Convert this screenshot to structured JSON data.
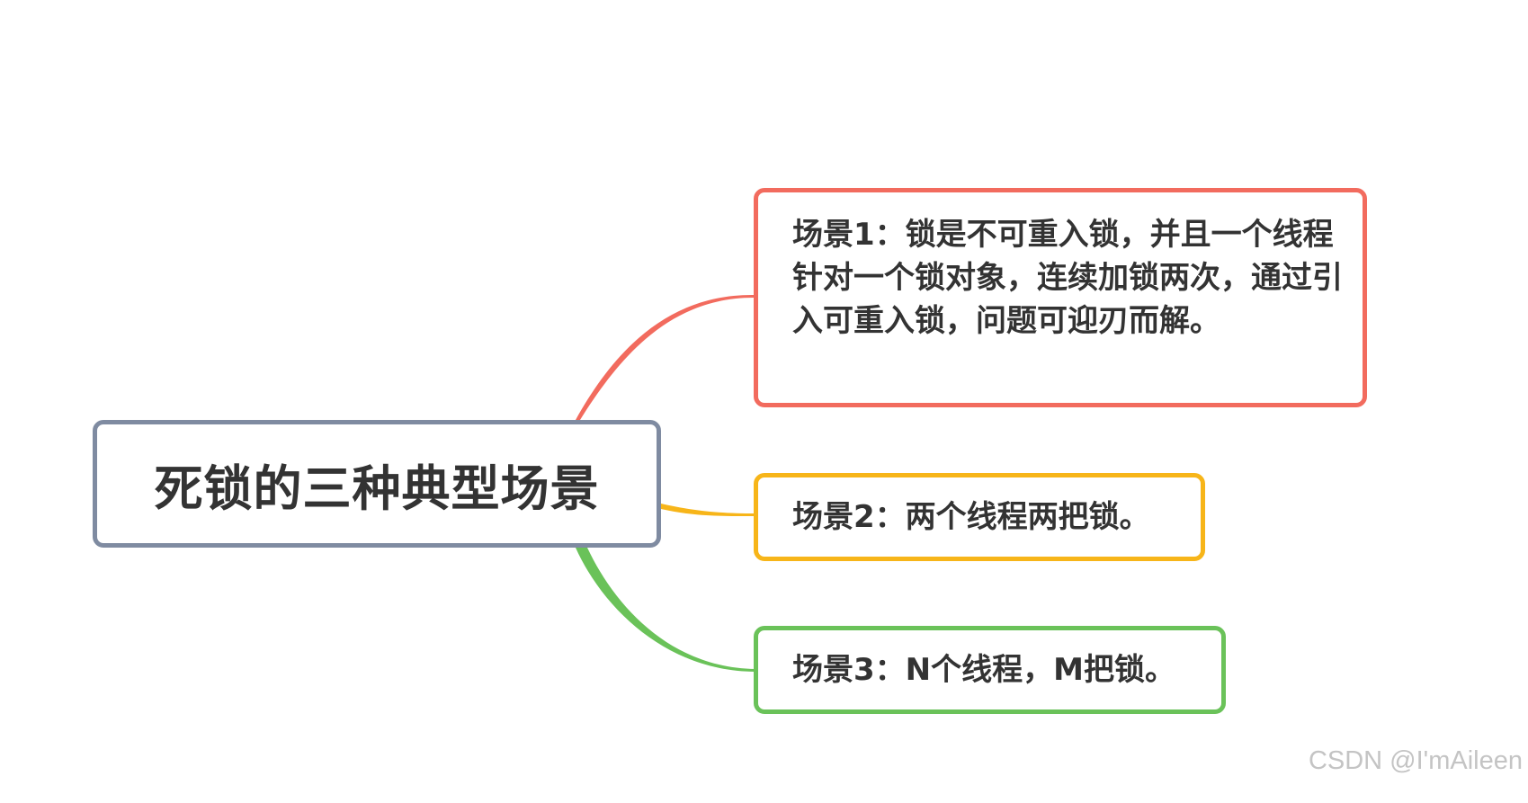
{
  "mindmap": {
    "root": {
      "label": "死锁的三种典型场景",
      "border_color": "#7f8ba1"
    },
    "branches": [
      {
        "label": "场景1：锁是不可重入锁，并且一个线程针对一个锁对象，连续加锁两次，通过引入可重入锁，问题可迎刃而解。",
        "color": "#f26b5e"
      },
      {
        "label": "场景2：两个线程两把锁。",
        "color": "#f7b519"
      },
      {
        "label": "场景3：N个线程，M把锁。",
        "color": "#6ac259"
      }
    ]
  },
  "watermark": "CSDN @I'mAileen"
}
